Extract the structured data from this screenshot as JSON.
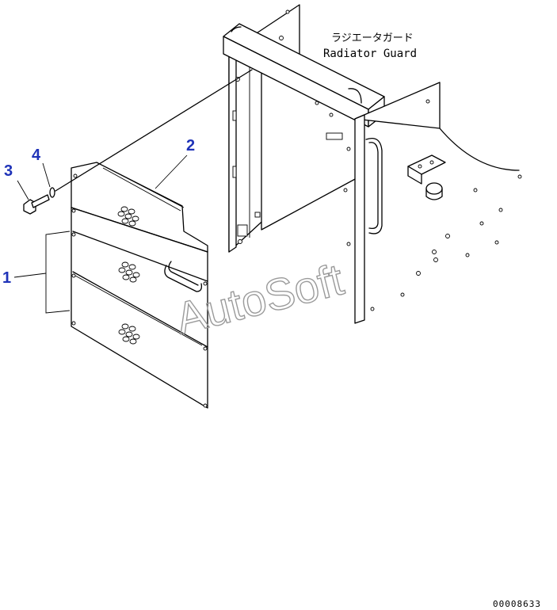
{
  "callouts": {
    "part_1": "1",
    "part_2": "2",
    "part_3": "3",
    "part_4": "4"
  },
  "component_label": {
    "japanese": "ラジエータガード",
    "english": "Radiator Guard"
  },
  "watermark": "AutoSoft",
  "figure_code": "00008633"
}
